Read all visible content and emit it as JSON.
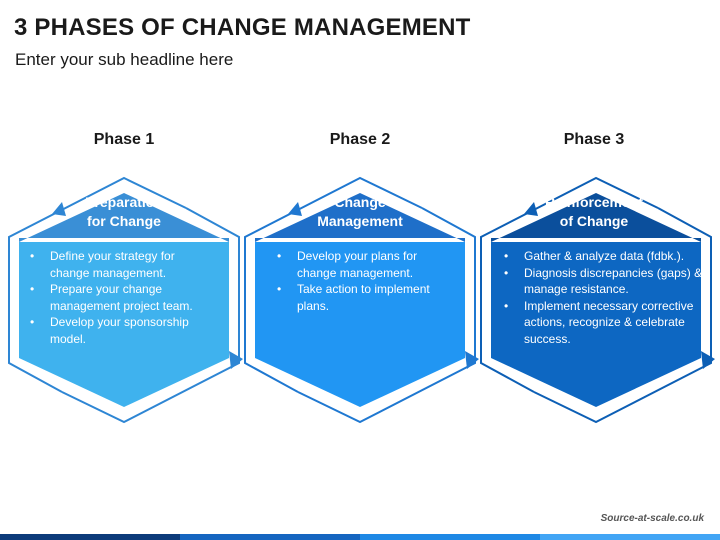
{
  "header": {
    "title": "3 PHASES OF CHANGE MANAGEMENT",
    "subtitle": "Enter your sub headline here"
  },
  "phases": [
    {
      "label": "Phase 1",
      "title_line1": "Preparation",
      "title_line2": "for Change",
      "bullets": [
        "Define your strategy for change management.",
        "Prepare your change management project team.",
        "Develop your sponsorship model."
      ],
      "color_top": "#3a8fd6",
      "color_body": "#3fb2ee",
      "color_outline": "#2e86d4"
    },
    {
      "label": "Phase 2",
      "title_line1": "Change",
      "title_line2": "Management",
      "bullets": [
        "Develop your plans for change management.",
        "Take action to implement plans."
      ],
      "color_top": "#1f6fc9",
      "color_body": "#2196f3",
      "color_outline": "#1f78d1"
    },
    {
      "label": "Phase 3",
      "title_line1": "Reinforcement",
      "title_line2": "of Change",
      "bullets": [
        "Gather & analyze data (fdbk.).",
        "Diagnosis discrepancies (gaps) & manage resistance.",
        "Implement necessary corrective actions, recognize & celebrate success."
      ],
      "color_top": "#0b4f9c",
      "color_body": "#0d67c2",
      "color_outline": "#0d5fb5"
    }
  ],
  "footer": {
    "source": "Source-at-scale.co.uk",
    "bar_colors": [
      "#0d3b7a",
      "#1565c0",
      "#1e88e5",
      "#42a5f5"
    ]
  }
}
